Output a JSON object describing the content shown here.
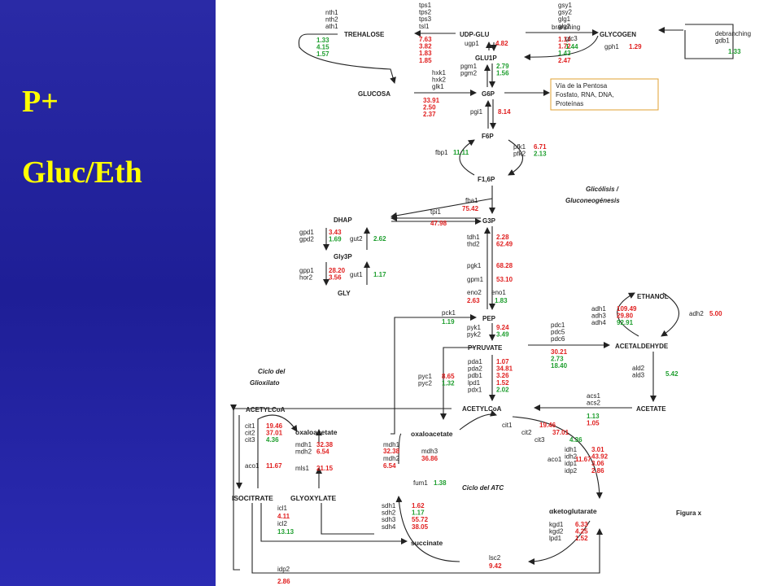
{
  "left_panel": {
    "title": "P+",
    "subtitle": "Gluc/Eth"
  },
  "diagram": {
    "metabolites": {
      "trehalose": "TREHALOSE",
      "udp_glu": "UDP-GLU",
      "glycogen": "GLYCOGEN",
      "glu1p": "GLU1P",
      "glucosa": "GLUCOSA",
      "g6p": "G6P",
      "f6p": "F6P",
      "f16p": "F1,6P",
      "dhap": "DHAP",
      "g3p": "G3P",
      "gly3p": "Gly3P",
      "gly": "GLY",
      "pep": "PEP",
      "pyruvate": "PYRUVATE",
      "ethanol": "ETHANOL",
      "acetaldehyde": "ACETALDEHYDE",
      "acetate": "ACETATE",
      "acetylcoa_main": "ACETYLCoA",
      "acetylcoa_glyox": "ACETYLCoA",
      "oxaloacetate_glyox": "oxaloacetate",
      "oxaloacetate_tca": "oxaloacetate",
      "isocitrate": "ISOCITRATE",
      "glyoxylate": "GLYOXYLATE",
      "succinate": "succinate",
      "ketoglutarate": "αketoglutarate"
    },
    "labels": {
      "glycolysis_1": "Glicólisis /",
      "glycolysis_2": "Gluconeogénesis",
      "glyox_1": "Ciclo del",
      "glyox_2": "Glioxilato",
      "tca": "Ciclo del ATC",
      "figure": "Figura x"
    },
    "ppp_box": [
      "Vía   de   la   Pentosa",
      "Fosfato,   RNA,   DNA,",
      "Proteínas"
    ],
    "gene_groups": [
      {
        "genes": [
          "nth1",
          "nth2",
          "ath1"
        ],
        "values": [],
        "colors": []
      },
      {
        "genes": [],
        "values": [
          "1.33",
          "4.15",
          "1.57"
        ],
        "colors": [
          "green",
          "green",
          "green"
        ]
      },
      {
        "genes": [
          "tps1",
          "tps2",
          "tps3",
          "tsl1"
        ],
        "values": [],
        "colors": []
      },
      {
        "genes": [],
        "values": [
          "7.63",
          "3.82",
          "1.83",
          "1.85"
        ],
        "colors": [
          "red",
          "red",
          "red",
          "red"
        ]
      },
      {
        "genes": [
          "ugp1"
        ],
        "values": [
          "4.82"
        ],
        "colors": [
          "red"
        ]
      },
      {
        "genes": [
          "gsy1",
          "gsy2",
          "glg1",
          "glg2"
        ],
        "values": [],
        "colors": []
      },
      {
        "genes": [],
        "values": [
          "1.14",
          "1.72",
          "1.43",
          "2.47"
        ],
        "colors": [
          "red",
          "red",
          "green",
          "red"
        ]
      },
      {
        "genes": [
          "branching"
        ],
        "values": [],
        "colors": []
      },
      {
        "genes": [
          "glc3"
        ],
        "values": [
          "1.44"
        ],
        "colors": [
          "green"
        ]
      },
      {
        "genes": [
          "gph1"
        ],
        "values": [
          "1.29"
        ],
        "colors": [
          "red"
        ]
      },
      {
        "genes": [
          "debranching",
          "gdb1"
        ],
        "values": [
          "1.33"
        ],
        "colors": [
          "green"
        ]
      },
      {
        "genes": [
          "pgm1",
          "pgm2"
        ],
        "values": [
          "2.79",
          "1.56"
        ],
        "colors": [
          "green",
          "green"
        ]
      },
      {
        "genes": [
          "hxk1",
          "hxk2",
          "glk1"
        ],
        "values": [],
        "colors": []
      },
      {
        "genes": [],
        "values": [
          "33.91",
          "2.50",
          "2.37"
        ],
        "colors": [
          "red",
          "red",
          "red"
        ]
      },
      {
        "genes": [
          "pgi1"
        ],
        "values": [
          "8.14"
        ],
        "colors": [
          "red"
        ]
      },
      {
        "genes": [
          "fbp1"
        ],
        "values": [
          "11.11"
        ],
        "colors": [
          "green"
        ]
      },
      {
        "genes": [
          "pfk1",
          "pfk2"
        ],
        "values": [
          "6.71",
          "2.13"
        ],
        "colors": [
          "red",
          "green"
        ]
      },
      {
        "genes": [
          "fba1"
        ],
        "values": [
          "75.42"
        ],
        "colors": [
          "red"
        ]
      },
      {
        "genes": [
          "tpi1"
        ],
        "values": [
          "47.98"
        ],
        "colors": [
          "red"
        ]
      },
      {
        "genes": [
          "gpd1",
          "gpd2"
        ],
        "values": [
          "3.43",
          "1.69"
        ],
        "colors": [
          "red",
          "green"
        ]
      },
      {
        "genes": [
          "gut2"
        ],
        "values": [
          "2.62"
        ],
        "colors": [
          "green"
        ]
      },
      {
        "genes": [
          "gpp1",
          "hor2"
        ],
        "values": [
          "28.20",
          "3.56"
        ],
        "colors": [
          "red",
          "red"
        ]
      },
      {
        "genes": [
          "gut1"
        ],
        "values": [
          "1.17"
        ],
        "colors": [
          "green"
        ]
      },
      {
        "genes": [
          "tdh1",
          "thd2"
        ],
        "values": [
          "2.28",
          "62.49"
        ],
        "colors": [
          "red",
          "red"
        ]
      },
      {
        "genes": [
          "pgk1"
        ],
        "values": [
          "68.28"
        ],
        "colors": [
          "red"
        ]
      },
      {
        "genes": [
          "gpm1"
        ],
        "values": [
          "53.10"
        ],
        "colors": [
          "red"
        ]
      },
      {
        "genes": [
          "eno2",
          "eno1"
        ],
        "values": [
          "2.63",
          "1.83"
        ],
        "colors": [
          "red",
          "green"
        ]
      },
      {
        "genes": [
          "pck1"
        ],
        "values": [
          "1.19"
        ],
        "colors": [
          "green"
        ]
      },
      {
        "genes": [
          "pyk1",
          "pyk2"
        ],
        "values": [
          "9.24",
          "3.49"
        ],
        "colors": [
          "red",
          "green"
        ]
      },
      {
        "genes": [
          "pdc1",
          "pdc5",
          "pdc6"
        ],
        "values": [],
        "colors": []
      },
      {
        "genes": [],
        "values": [
          "30.21",
          "2.73",
          "18.40"
        ],
        "colors": [
          "red",
          "green",
          "green"
        ]
      },
      {
        "genes": [
          "adh1",
          "adh3",
          "adh4"
        ],
        "values": [
          "109.49",
          "29.80",
          "92.91"
        ],
        "colors": [
          "red",
          "red",
          "green"
        ]
      },
      {
        "genes": [
          "adh2"
        ],
        "values": [
          "5.00"
        ],
        "colors": [
          "red"
        ]
      },
      {
        "genes": [
          "ald2",
          "ald3"
        ],
        "values": [
          "5.42"
        ],
        "colors": [
          "green"
        ]
      },
      {
        "genes": [
          "pda1",
          "pda2",
          "pdb1",
          "lpd1",
          "pdx1"
        ],
        "values": [
          "1.07",
          "34.81",
          "3.26",
          "1.52",
          "2.02"
        ],
        "colors": [
          "red",
          "red",
          "red",
          "red",
          "green"
        ]
      },
      {
        "genes": [
          "pyc1",
          "pyc2"
        ],
        "values": [
          "8.65",
          "1.32"
        ],
        "colors": [
          "red",
          "green"
        ]
      },
      {
        "genes": [
          "acs1",
          "acs2"
        ],
        "values": [],
        "colors": []
      },
      {
        "genes": [],
        "values": [
          "1.13",
          "1.05"
        ],
        "colors": [
          "green",
          "red"
        ]
      },
      {
        "genes": [
          "cit1",
          "cit2",
          "cit3"
        ],
        "values": [
          "19.46",
          "37.01",
          "4.36"
        ],
        "colors": [
          "red",
          "red",
          "green"
        ]
      },
      {
        "genes": [
          "mdh1",
          "mdh2"
        ],
        "values": [
          "32.38",
          "6.54"
        ],
        "colors": [
          "red",
          "red"
        ]
      },
      {
        "genes": [
          "aco1"
        ],
        "values": [
          "11.67"
        ],
        "colors": [
          "red"
        ]
      },
      {
        "genes": [
          "mls1"
        ],
        "values": [
          "21.15"
        ],
        "colors": [
          "red"
        ]
      },
      {
        "genes": [
          "icl1",
          "icl2"
        ],
        "values": [
          "4.11",
          "13.13"
        ],
        "colors": [
          "red",
          "green"
        ]
      },
      {
        "genes": [
          "cit1",
          "cit2",
          "cit3"
        ],
        "values": [
          "19.46",
          "37.01",
          "4.36"
        ],
        "colors": [
          "red",
          "red",
          "green"
        ]
      },
      {
        "genes": [
          "mdh1",
          "mdh3",
          "mdh2"
        ],
        "values": [
          "32.38",
          "36.86",
          "6.54"
        ],
        "colors": [
          "red",
          "red",
          "red"
        ]
      },
      {
        "genes": [
          "aco1"
        ],
        "values": [
          "11.67"
        ],
        "colors": [
          "red"
        ]
      },
      {
        "genes": [
          "fum1"
        ],
        "values": [
          "1.38"
        ],
        "colors": [
          "green"
        ]
      },
      {
        "genes": [
          "idh1",
          "idh2",
          "idp1",
          "idp2"
        ],
        "values": [
          "3.01",
          "43.92",
          "3.06",
          "2.86"
        ],
        "colors": [
          "red",
          "red",
          "red",
          "red"
        ]
      },
      {
        "genes": [
          "sdh1",
          "sdh2",
          "sdh3",
          "sdh4"
        ],
        "values": [
          "1.62",
          "1.17",
          "55.72",
          "38.05"
        ],
        "colors": [
          "red",
          "green",
          "red",
          "red"
        ]
      },
      {
        "genes": [
          "kgd1",
          "kgd2",
          "lpd1"
        ],
        "values": [
          "6.33",
          "4.25",
          "1.52"
        ],
        "colors": [
          "red",
          "red",
          "red"
        ]
      },
      {
        "genes": [
          "lsc2"
        ],
        "values": [
          "9.42"
        ],
        "colors": [
          "red"
        ]
      },
      {
        "genes": [
          "idp2"
        ],
        "values": [
          "2.86"
        ],
        "colors": [
          "red"
        ]
      }
    ],
    "colors": {
      "up": "#e02020",
      "down": "#1e9e2e",
      "panel": "#1e1e96",
      "title": "#ffff00"
    }
  }
}
